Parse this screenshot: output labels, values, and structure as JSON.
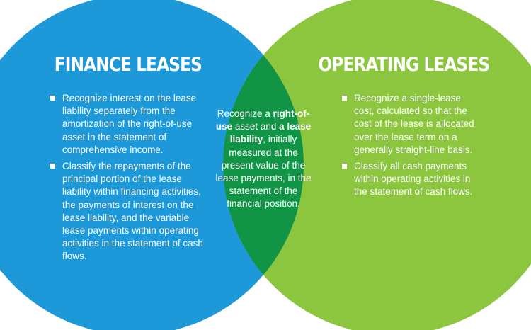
{
  "colors": {
    "finance": "#1d98d8",
    "operating": "#8cc63f",
    "overlap": "#129447",
    "text": "#ffffff"
  },
  "finance": {
    "title": "FINANCE LEASES",
    "items": [
      "Recognize interest on the lease liability separately from the amortization of the right-of-use asset in the statement of comprehensive income.",
      "Classify the repayments of the principal portion of the lease liability within financing activities, the payments of interest on the lease liability, and the variable lease payments within operating activities in the statement of cash flows."
    ]
  },
  "operating": {
    "title": "OPERATING LEASES",
    "items": [
      "Recognize a single-lease cost, calculated so that the cost of the lease is allocated over the lease term on a generally straight-line basis.",
      "Classify all cash payments within operating activities in the statement of cash flows."
    ]
  },
  "overlap": {
    "prefix": "Recognize a ",
    "bold1": "right-of-use",
    "middle": " asset and ",
    "bold2": "a lease liability",
    "suffix": ", initially measured at the present value of the lease payments, in the statement of the financial position."
  }
}
